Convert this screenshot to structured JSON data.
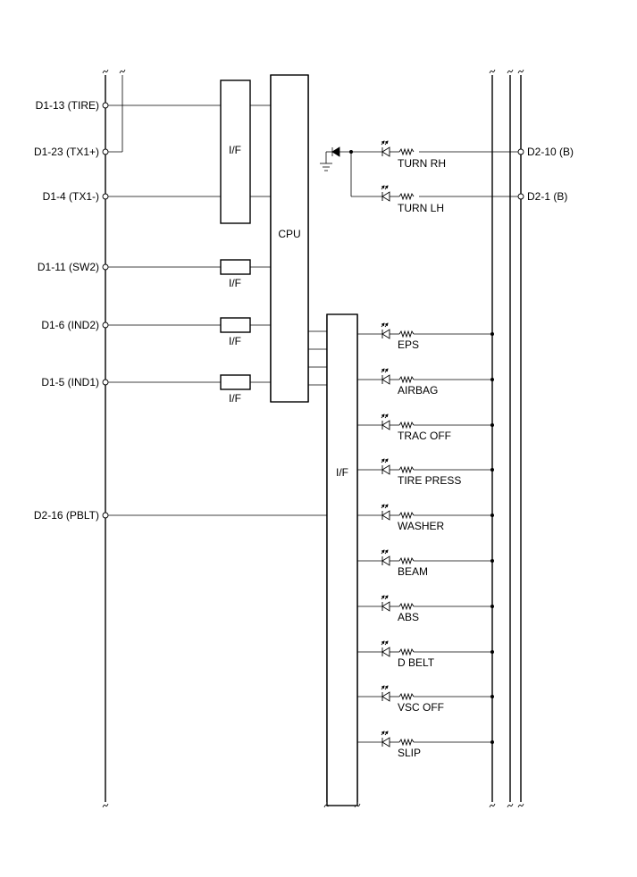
{
  "left_terminals": [
    {
      "label": "D1-13 (TIRE)"
    },
    {
      "label": "D1-23 (TX1+)"
    },
    {
      "label": "D1-4 (TX1-)"
    },
    {
      "label": "D1-11 (SW2)"
    },
    {
      "label": "D1-6 (IND2)"
    },
    {
      "label": "D1-5 (IND1)"
    },
    {
      "label": "D2-16 (PBLT)"
    }
  ],
  "blocks": {
    "if_main": "I/F",
    "if_sw2": "I/F",
    "if_ind2": "I/F",
    "if_ind1": "I/F",
    "cpu": "CPU",
    "if_right": "I/F"
  },
  "turn_indicators": [
    {
      "label": "TURN RH",
      "terminal": "D2-10 (B)"
    },
    {
      "label": "TURN LH",
      "terminal": "D2-1 (B)"
    }
  ],
  "indicators": [
    {
      "label": "EPS"
    },
    {
      "label": "AIRBAG"
    },
    {
      "label": "TRAC OFF"
    },
    {
      "label": "TIRE PRESS"
    },
    {
      "label": "WASHER"
    },
    {
      "label": "BEAM"
    },
    {
      "label": "ABS"
    },
    {
      "label": "D BELT"
    },
    {
      "label": "VSC OFF"
    },
    {
      "label": "SLIP"
    }
  ]
}
